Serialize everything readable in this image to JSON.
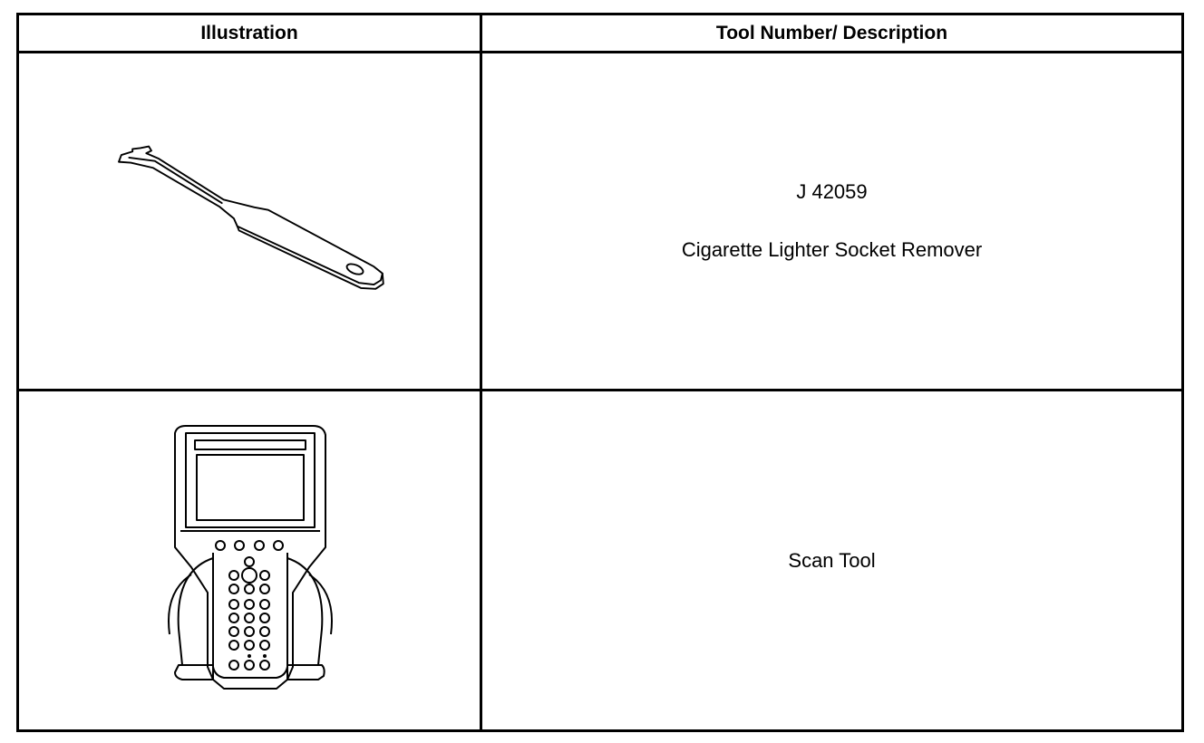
{
  "table": {
    "headers": {
      "illustration": "Illustration",
      "description": "Tool Number/ Description"
    },
    "rows": [
      {
        "illustration_icon": "lighter-socket-remover-icon",
        "tool_number": "J 42059",
        "description": "Cigarette Lighter Socket Remover"
      },
      {
        "illustration_icon": "scan-tool-icon",
        "tool_number": "",
        "description": "Scan Tool"
      }
    ]
  },
  "colors": {
    "border": "#000000",
    "background": "#ffffff"
  }
}
